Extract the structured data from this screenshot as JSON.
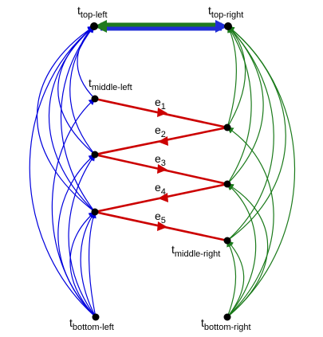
{
  "nodes": [
    {
      "id": "top-left",
      "label": "t",
      "sub": "top-left"
    },
    {
      "id": "top-right",
      "label": "t",
      "sub": "top-right"
    },
    {
      "id": "middle-left",
      "label": "t",
      "sub": "middle-left"
    },
    {
      "id": "middle-right",
      "label": "t",
      "sub": "middle-right"
    },
    {
      "id": "bottom-left",
      "label": "t",
      "sub": "bottom-left"
    },
    {
      "id": "bottom-right",
      "label": "t",
      "sub": "bottom-right"
    }
  ],
  "edges": [
    {
      "id": "e1",
      "label": "e",
      "sub": "1"
    },
    {
      "id": "e2",
      "label": "e",
      "sub": "2"
    },
    {
      "id": "e3",
      "label": "e",
      "sub": "3"
    },
    {
      "id": "e4",
      "label": "e",
      "sub": "4"
    },
    {
      "id": "e5",
      "label": "e",
      "sub": "5"
    }
  ],
  "colors": {
    "left_family": "#0000dd",
    "right_family": "#1a7a1a",
    "chain": "#cc0000",
    "top_bar_blue": "#1f2dd6",
    "top_bar_green": "#1f7a1f",
    "node": "#000000"
  }
}
